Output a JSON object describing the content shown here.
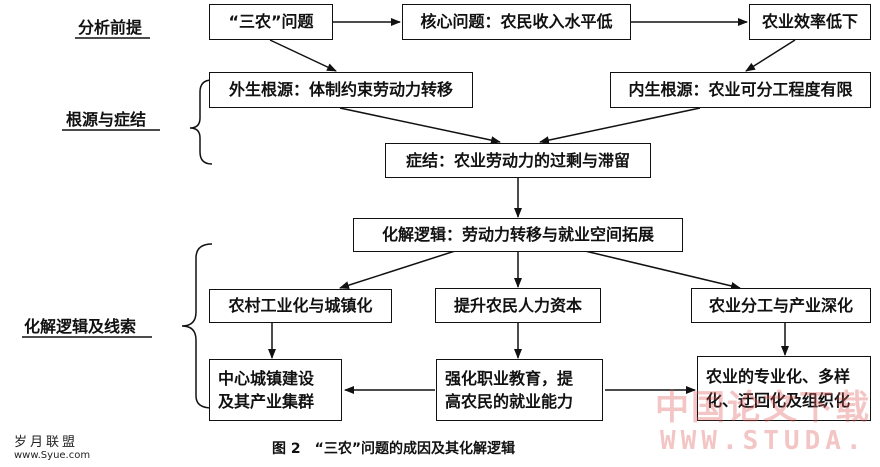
{
  "labels": {
    "premise": "分析前提",
    "roots": "根源与症结",
    "logic": "化解逻辑及线索"
  },
  "nodes": {
    "sannong": "“三农”问题",
    "core": "核心问题：农民收入水平低",
    "efficiency": "农业效率低下",
    "external": "外生根源：体制约束劳动力转移",
    "internal": "内生根源：农业可分工程度有限",
    "crux": "症结：农业劳动力的过剩与滞留",
    "resolve": "化解逻辑：劳动力转移与就业空间拓展",
    "rural_industrial": "农村工业化与城镇化",
    "human_capital": "提升农民人力资本",
    "division": "农业分工与产业深化",
    "town_line1": "中心城镇建设",
    "town_line2": "及其产业集群",
    "edu_line1": "强化职业教育，提",
    "edu_line2": "高农民的就业能力",
    "spec_line1": "农业的专业化、多样",
    "spec_line2": "化、迂回化及组织化"
  },
  "caption": "图 2　“三农”问题的成因及其化解逻辑",
  "watermark_left_line1": "岁月联盟",
  "watermark_left_line2": "www.Syue.com",
  "watermark_right_line1": "中国论文下载",
  "watermark_right_line2": "WWW.STUDA."
}
